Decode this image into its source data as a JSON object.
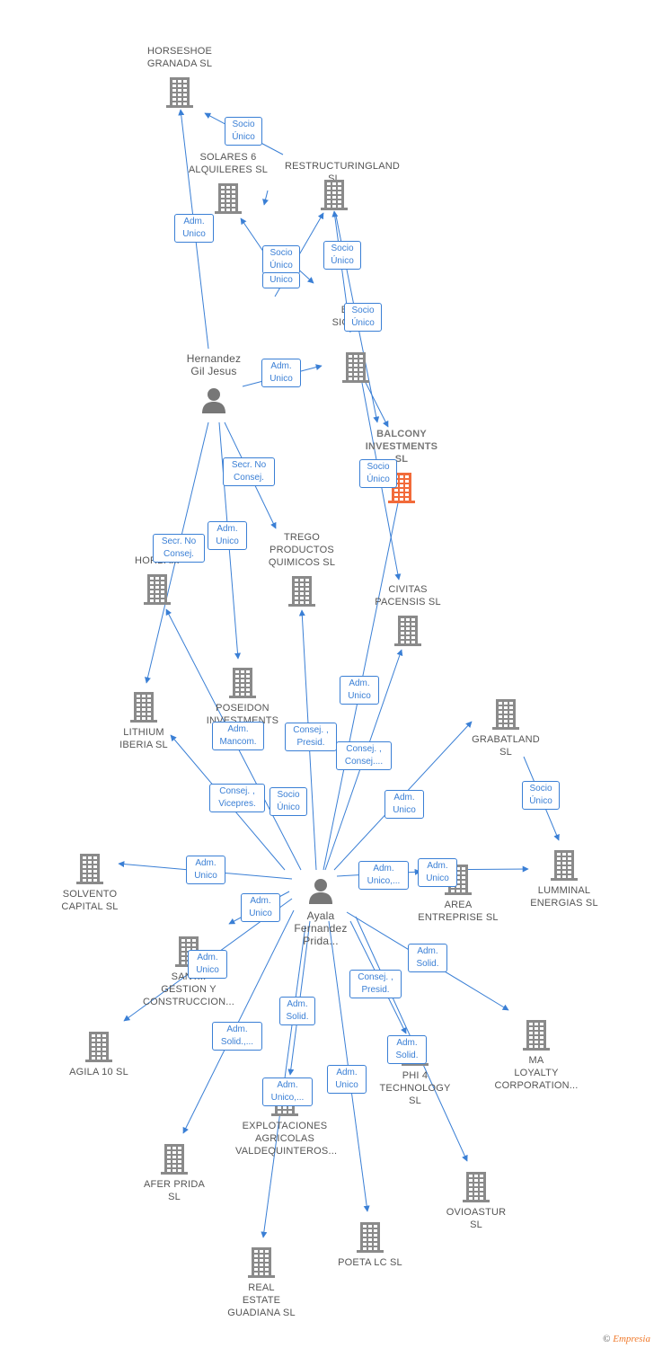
{
  "colors": {
    "edge": "#3a7fd5",
    "building": "#8a8a8a",
    "main_building": "#f26b3a",
    "person": "#777777"
  },
  "companies": [
    {
      "id": "horseshoe",
      "label": "HORSESHOE\nGRANADA SL"
    },
    {
      "id": "solares",
      "label": "SOLARES 6\nALQUILERES SL"
    },
    {
      "id": "restructuring",
      "label": "RESTRUCTURINGLAND SL"
    },
    {
      "id": "baxsigl",
      "label": "BAX...\nSIGL... SL"
    },
    {
      "id": "balcony",
      "label": "BALCONY\nINVESTMENTS\nSL",
      "main": true
    },
    {
      "id": "trego",
      "label": "TREGO\nPRODUCTOS\nQUIMICOS SL"
    },
    {
      "id": "horba",
      "label": "HORBA..."
    },
    {
      "id": "civitas",
      "label": "CIVITAS\nPACENSIS SL"
    },
    {
      "id": "lithium",
      "label": "LITHIUM\nIBERIA SL"
    },
    {
      "id": "poseidon",
      "label": "POSEIDON\nINVESTMENTS\nA... SL"
    },
    {
      "id": "grabatland",
      "label": "GRABATLAND\nSL"
    },
    {
      "id": "lumminal",
      "label": "LUMMINAL\nENERGIAS SL"
    },
    {
      "id": "solvento",
      "label": "SOLVENTO\nCAPITAL SL"
    },
    {
      "id": "area",
      "label": "AREA\nENTREPRISE SL"
    },
    {
      "id": "santa",
      "label": "SANT...\nGESTION Y\nCONSTRUCCION..."
    },
    {
      "id": "ma",
      "label": "MA\nLOYALTY\nCORPORATION..."
    },
    {
      "id": "agila",
      "label": "AGILA 10 SL"
    },
    {
      "id": "phi",
      "label": "PHI 4\nTECHNOLOGY\nSL"
    },
    {
      "id": "explotaciones",
      "label": "EXPLOTACIONES\nAGRICOLAS\nVALDEQUINTEROS..."
    },
    {
      "id": "afer",
      "label": "AFER PRIDA\nSL"
    },
    {
      "id": "ovioastur",
      "label": "OVIOASTUR\nSL"
    },
    {
      "id": "poeta",
      "label": "POETA LC SL"
    },
    {
      "id": "realestate",
      "label": "REAL\nESTATE\nGUADIANA SL"
    }
  ],
  "persons": [
    {
      "id": "hernandez",
      "label": "Hernandez\nGil Jesus"
    },
    {
      "id": "ayala",
      "label": "Ayala\nFernandez\nPrida..."
    }
  ],
  "relations": [
    {
      "id": "r1",
      "label": "Socio\nÚnico"
    },
    {
      "id": "r2",
      "label": "Adm.\nUnico"
    },
    {
      "id": "r3",
      "label": "Socio\nÚnico"
    },
    {
      "id": "r4",
      "label": "Unico"
    },
    {
      "id": "r5",
      "label": "Socio\nÚnico"
    },
    {
      "id": "r6",
      "label": "Socio\nÚnico"
    },
    {
      "id": "r7",
      "label": "Adm.\nUnico"
    },
    {
      "id": "r8",
      "label": "Secr. No\nConsej."
    },
    {
      "id": "r9",
      "label": "Socio\nÚnico"
    },
    {
      "id": "r10",
      "label": "Adm.\nUnico"
    },
    {
      "id": "r11",
      "label": "Secr. No\nConsej."
    },
    {
      "id": "r12",
      "label": "Adm.\nUnico"
    },
    {
      "id": "r13",
      "label": "Adm.\nMancom."
    },
    {
      "id": "r14",
      "label": "Consej. ,\nPresid."
    },
    {
      "id": "r15",
      "label": "Consej. ,\nConsej...."
    },
    {
      "id": "r16",
      "label": "Socio\nÚnico"
    },
    {
      "id": "r17",
      "label": "Consej. ,\nVicepres."
    },
    {
      "id": "r18",
      "label": "Socio\nÚnico"
    },
    {
      "id": "r19",
      "label": "Adm.\nUnico"
    },
    {
      "id": "r20",
      "label": "Adm.\nUnico"
    },
    {
      "id": "r21",
      "label": "Adm.\nUnico,..."
    },
    {
      "id": "r22",
      "label": "Adm.\nUnico"
    },
    {
      "id": "r23",
      "label": "Adm.\nUnico"
    },
    {
      "id": "r24",
      "label": "Adm.\nUnico"
    },
    {
      "id": "r25",
      "label": "Adm.\nSolid."
    },
    {
      "id": "r26",
      "label": "Consej. ,\nPresid."
    },
    {
      "id": "r27",
      "label": "Adm.\nSolid."
    },
    {
      "id": "r28",
      "label": "Adm.\nSolid.,..."
    },
    {
      "id": "r29",
      "label": "Adm.\nSolid."
    },
    {
      "id": "r30",
      "label": "Adm.\nUnico,..."
    },
    {
      "id": "r31",
      "label": "Adm.\nUnico"
    }
  ],
  "footer": {
    "copyright": "©",
    "brand": "Empresia"
  }
}
